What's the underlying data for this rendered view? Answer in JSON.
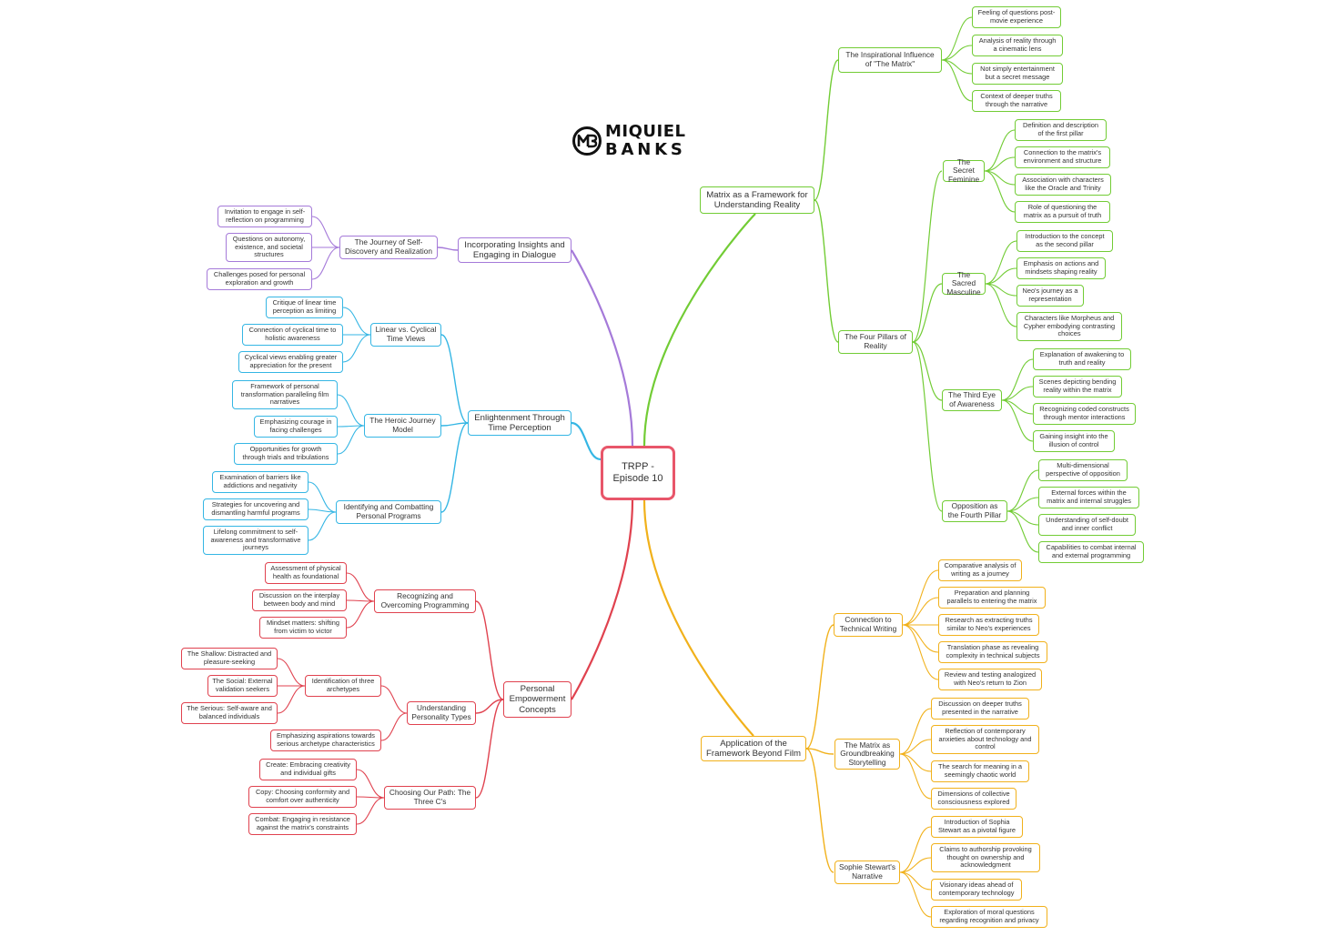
{
  "root": {
    "label": "TRPP - Episode 10"
  },
  "logo": {
    "line1": "MIQUIEL",
    "line2": "BANKS"
  },
  "colors": {
    "green": "#72cc35",
    "purple": "#a57ad9",
    "blue": "#35b6e4",
    "red": "#e0424f",
    "orange": "#f1b11b",
    "root": "#e8566a"
  },
  "branches": {
    "matrix": {
      "label": "Matrix as a Framework for Understanding Reality",
      "children": [
        {
          "label": "The Inspirational Influence of \"The Matrix\"",
          "children": [
            "Feeling of questions post-movie experience",
            "Analysis of reality through a cinematic lens",
            "Not simply entertainment but a secret message",
            "Context of deeper truths through the narrative"
          ]
        },
        {
          "label": "The Four Pillars of Reality",
          "children": [
            {
              "label": "The Secret Feminine",
              "children": [
                "Definition and description of the first pillar",
                "Connection to the matrix's environment and structure",
                "Association with characters like the Oracle and Trinity",
                "Role of questioning the matrix as a pursuit of truth"
              ]
            },
            {
              "label": "The Sacred Masculine",
              "children": [
                "Introduction to the concept as the second pillar",
                "Emphasis on actions and mindsets shaping reality",
                "Neo's journey as a representation",
                "Characters like Morpheus and Cypher embodying contrasting choices"
              ]
            },
            {
              "label": "The Third Eye of Awareness",
              "children": [
                "Explanation of awakening to truth and reality",
                "Scenes depicting bending reality within the matrix",
                "Recognizing coded constructs through mentor interactions",
                "Gaining insight into the illusion of control"
              ]
            },
            {
              "label": "Opposition as the Fourth Pillar",
              "children": [
                "Multi-dimensional perspective of opposition",
                "External forces within the matrix and internal struggles",
                "Understanding of self-doubt and inner conflict",
                "Capabilities to combat internal and external programming"
              ]
            }
          ]
        }
      ]
    },
    "application": {
      "label": "Application of the Framework Beyond Film",
      "children": [
        {
          "label": "Connection to Technical Writing",
          "children": [
            "Comparative analysis of writing as a journey",
            "Preparation and planning parallels to entering the matrix",
            "Research as extracting truths similar to Neo's experiences",
            "Translation phase as revealing complexity in technical subjects",
            "Review and testing analogized with Neo's return to Zion"
          ]
        },
        {
          "label": "The Matrix as Groundbreaking Storytelling",
          "children": [
            "Discussion on deeper truths presented in the narrative",
            "Reflection of contemporary anxieties about technology and control",
            "The search for meaning in a seemingly chaotic world",
            "Dimensions of collective consciousness explored"
          ]
        },
        {
          "label": "Sophie Stewart's Narrative",
          "children": [
            "Introduction of Sophia Stewart as a pivotal figure",
            "Claims to authorship provoking thought on ownership and acknowledgment",
            "Visionary ideas ahead of contemporary technology",
            "Exploration of moral questions regarding recognition and privacy"
          ]
        }
      ]
    },
    "insights": {
      "label": "Incorporating Insights and Engaging in Dialogue",
      "children": [
        {
          "label": "The Journey of Self-Discovery and Realization",
          "children": [
            "Invitation to engage in self-reflection on programming",
            "Questions on autonomy, existence, and societal structures",
            "Challenges posed for personal exploration and growth"
          ]
        }
      ]
    },
    "enlightenment": {
      "label": "Enlightenment Through Time Perception",
      "children": [
        {
          "label": "Linear vs. Cyclical Time Views",
          "children": [
            "Critique of linear time perception as limiting",
            "Connection of cyclical time to holistic awareness",
            "Cyclical views enabling greater appreciation for the present"
          ]
        },
        {
          "label": "The Heroic Journey Model",
          "children": [
            "Framework of personal transformation paralleling film narratives",
            "Emphasizing courage in facing challenges",
            "Opportunities for growth through trials and tribulations"
          ]
        },
        {
          "label": "Identifying and Combatting Personal Programs",
          "children": [
            "Examination of barriers like addictions and negativity",
            "Strategies for uncovering and dismantling harmful programs",
            "Lifelong commitment to self-awareness and transformative journeys"
          ]
        }
      ]
    },
    "empowerment": {
      "label": "Personal Empowerment Concepts",
      "children": [
        {
          "label": "Recognizing and Overcoming Programming",
          "children": [
            "Assessment of physical health as foundational",
            "Discussion on the interplay between body and mind",
            "Mindset matters: shifting from victim to victor"
          ]
        },
        {
          "label": "Understanding Personality Types",
          "children": [
            {
              "label": "Identification of three archetypes",
              "children": [
                "The Shallow: Distracted and pleasure-seeking",
                "The Social: External validation seekers",
                "The Serious: Self-aware and balanced individuals"
              ]
            },
            {
              "label": "Emphasizing aspirations towards serious archetype characteristics",
              "children": []
            }
          ]
        },
        {
          "label": "Choosing Our Path: The Three C's",
          "children": [
            "Create: Embracing creativity and individual gifts",
            "Copy: Choosing conformity and comfort over authenticity",
            "Combat: Engaging in resistance against the matrix's constraints"
          ]
        }
      ]
    }
  }
}
